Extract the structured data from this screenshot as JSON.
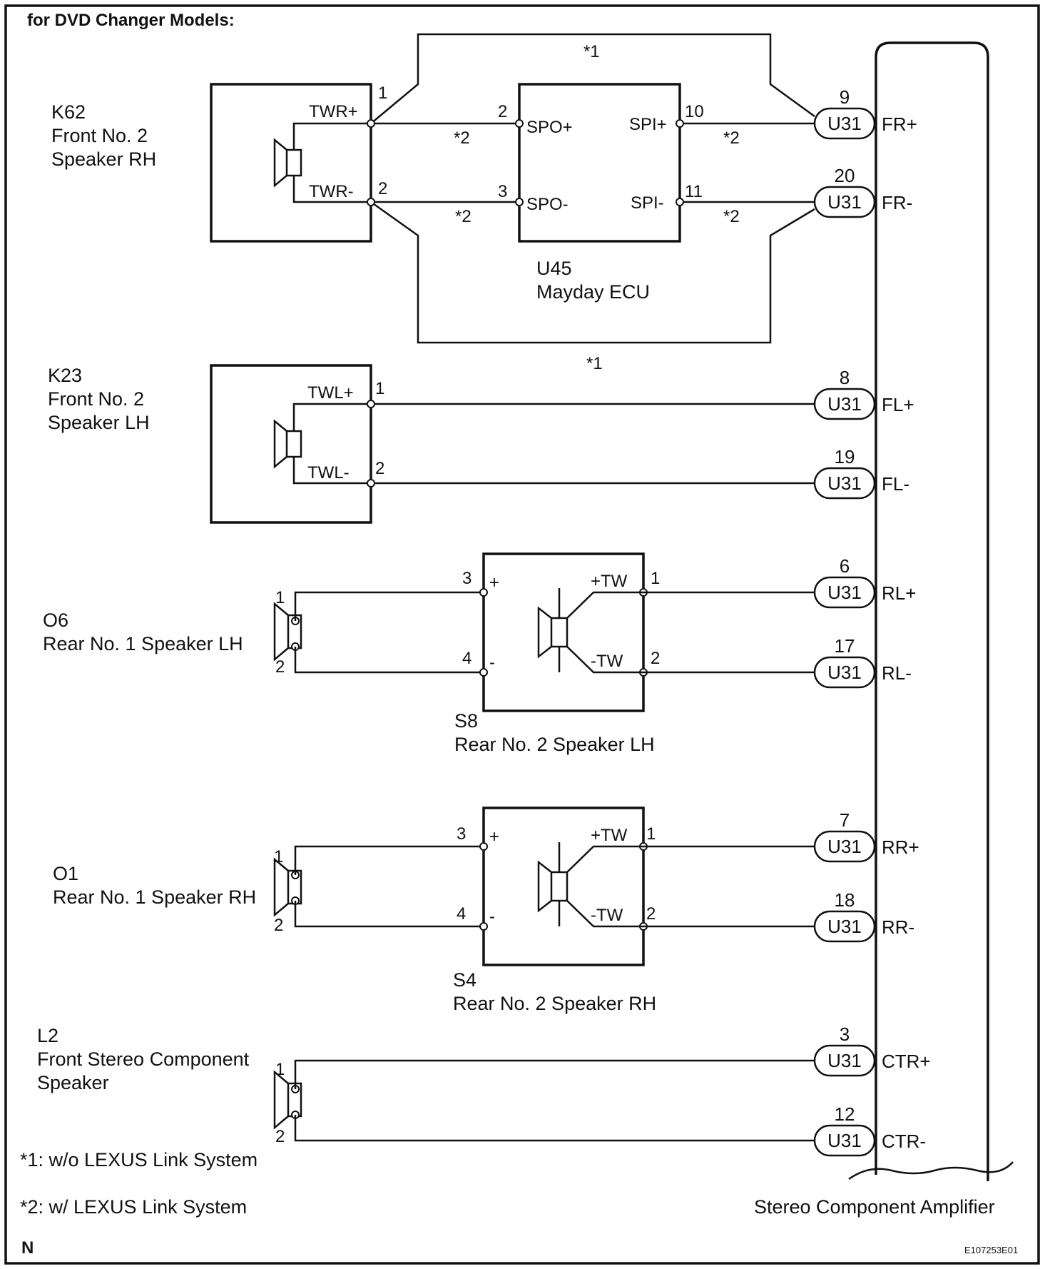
{
  "header": "for DVD Changer Models:",
  "footer": {
    "left": "N",
    "code": "E107253E01"
  },
  "notes": [
    "*1: w/o LEXUS Link System",
    "*2: w/ LEXUS Link System"
  ],
  "amplifier": {
    "label": "Stereo Component Amplifier"
  },
  "speakers": {
    "k62": {
      "code": "K62",
      "name1": "Front No. 2",
      "name2": "Speaker RH",
      "pos": "TWR+",
      "neg": "TWR-"
    },
    "k23": {
      "code": "K23",
      "name1": "Front No. 2",
      "name2": "Speaker LH",
      "pos": "TWL+",
      "neg": "TWL-"
    },
    "o6": {
      "code": "O6",
      "name": "Rear No. 1 Speaker LH"
    },
    "s8": {
      "code": "S8",
      "name": "Rear No. 2 Speaker LH",
      "in_pos": "+",
      "in_neg": "-",
      "out_pos": "+TW",
      "out_neg": "-TW"
    },
    "o1": {
      "code": "O1",
      "name": "Rear No. 1 Speaker RH"
    },
    "s4": {
      "code": "S4",
      "name": "Rear No. 2 Speaker RH",
      "in_pos": "+",
      "in_neg": "-",
      "out_pos": "+TW",
      "out_neg": "-TW"
    },
    "l2": {
      "code": "L2",
      "name1": "Front Stereo Component",
      "name2": "Speaker"
    }
  },
  "ecu": {
    "code": "U45",
    "name": "Mayday ECU",
    "spo_pos": "SPO+",
    "spo_neg": "SPO-",
    "spi_pos": "SPI+",
    "spi_neg": "SPI-"
  },
  "marks": {
    "w_o": "*1",
    "w": "*2"
  },
  "pins": {
    "one": "1",
    "two": "2",
    "three": "3",
    "four": "4",
    "ten": "10",
    "eleven": "11"
  },
  "connectors": [
    {
      "id": "U31",
      "pin": "9",
      "signal": "FR+"
    },
    {
      "id": "U31",
      "pin": "20",
      "signal": "FR-"
    },
    {
      "id": "U31",
      "pin": "8",
      "signal": "FL+"
    },
    {
      "id": "U31",
      "pin": "19",
      "signal": "FL-"
    },
    {
      "id": "U31",
      "pin": "6",
      "signal": "RL+"
    },
    {
      "id": "U31",
      "pin": "17",
      "signal": "RL-"
    },
    {
      "id": "U31",
      "pin": "7",
      "signal": "RR+"
    },
    {
      "id": "U31",
      "pin": "18",
      "signal": "RR-"
    },
    {
      "id": "U31",
      "pin": "3",
      "signal": "CTR+"
    },
    {
      "id": "U31",
      "pin": "12",
      "signal": "CTR-"
    }
  ]
}
